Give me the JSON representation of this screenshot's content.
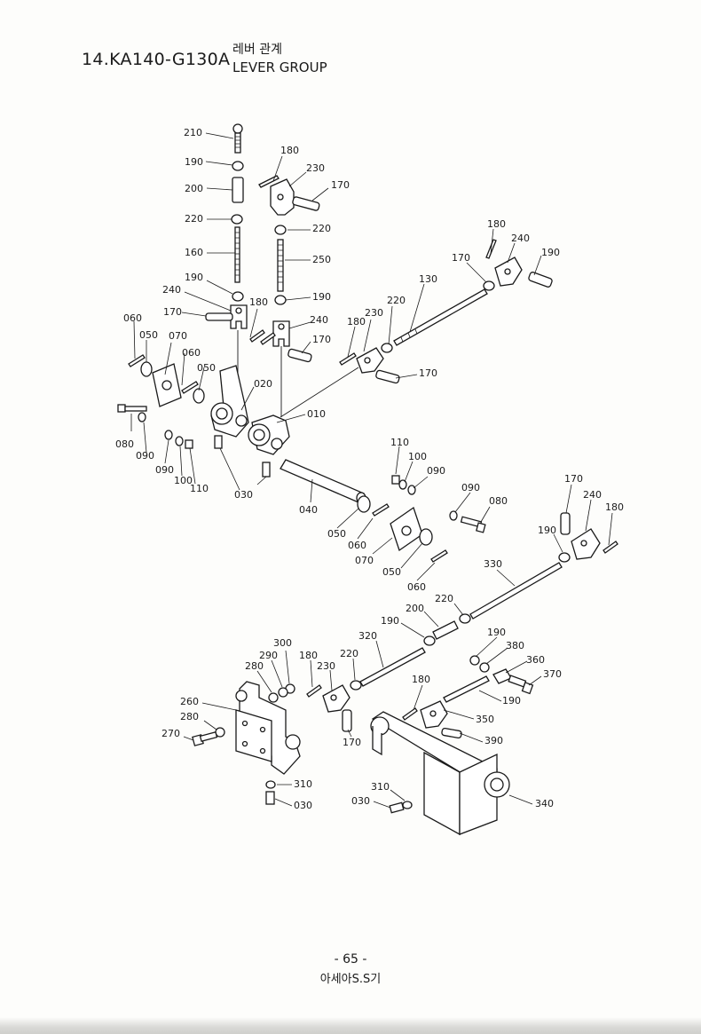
{
  "header": {
    "code": "14.KA140-G130A",
    "title_ko": "레버 관계",
    "title_en": "LEVER GROUP"
  },
  "diagram": {
    "labels": [
      {
        "id": "l210",
        "text": "210"
      },
      {
        "id": "l190a",
        "text": "190"
      },
      {
        "id": "l200a",
        "text": "200"
      },
      {
        "id": "l220a",
        "text": "220"
      },
      {
        "id": "l160",
        "text": "160"
      },
      {
        "id": "l190b",
        "text": "190"
      },
      {
        "id": "l240a",
        "text": "240"
      },
      {
        "id": "l170a",
        "text": "170"
      },
      {
        "id": "l060a",
        "text": "060"
      },
      {
        "id": "l050a",
        "text": "050"
      },
      {
        "id": "l070a",
        "text": "070"
      },
      {
        "id": "l060b",
        "text": "060"
      },
      {
        "id": "l050b",
        "text": "050"
      },
      {
        "id": "l080a",
        "text": "080"
      },
      {
        "id": "l090a",
        "text": "090"
      },
      {
        "id": "l090b",
        "text": "090"
      },
      {
        "id": "l100a",
        "text": "100"
      },
      {
        "id": "l110a",
        "text": "110"
      },
      {
        "id": "l030a",
        "text": "030"
      },
      {
        "id": "l020",
        "text": "020"
      },
      {
        "id": "l180a",
        "text": "180"
      },
      {
        "id": "l230a",
        "text": "230"
      },
      {
        "id": "l170b",
        "text": "170"
      },
      {
        "id": "l220b",
        "text": "220"
      },
      {
        "id": "l250",
        "text": "250"
      },
      {
        "id": "l190c",
        "text": "190"
      },
      {
        "id": "l240b",
        "text": "240"
      },
      {
        "id": "l170c",
        "text": "170"
      },
      {
        "id": "l180b",
        "text": "180"
      },
      {
        "id": "l010",
        "text": "010"
      },
      {
        "id": "l180c",
        "text": "180"
      },
      {
        "id": "l230b",
        "text": "230"
      },
      {
        "id": "l220c",
        "text": "220"
      },
      {
        "id": "l130",
        "text": "130"
      },
      {
        "id": "l170d",
        "text": "170"
      },
      {
        "id": "l180d",
        "text": "180"
      },
      {
        "id": "l240c",
        "text": "240"
      },
      {
        "id": "l190d",
        "text": "190"
      },
      {
        "id": "l170e",
        "text": "170"
      },
      {
        "id": "l110b",
        "text": "110"
      },
      {
        "id": "l100b",
        "text": "100"
      },
      {
        "id": "l090c",
        "text": "090"
      },
      {
        "id": "l090d",
        "text": "090"
      },
      {
        "id": "l080b",
        "text": "080"
      },
      {
        "id": "l040",
        "text": "040"
      },
      {
        "id": "l050c",
        "text": "050"
      },
      {
        "id": "l060c",
        "text": "060"
      },
      {
        "id": "l070b",
        "text": "070"
      },
      {
        "id": "l050d",
        "text": "050"
      },
      {
        "id": "l060d",
        "text": "060"
      },
      {
        "id": "l170f",
        "text": "170"
      },
      {
        "id": "l240d",
        "text": "240"
      },
      {
        "id": "l180e",
        "text": "180"
      },
      {
        "id": "l190e",
        "text": "190"
      },
      {
        "id": "l330",
        "text": "330"
      },
      {
        "id": "l220d",
        "text": "220"
      },
      {
        "id": "l200b",
        "text": "200"
      },
      {
        "id": "l190f",
        "text": "190"
      },
      {
        "id": "l320",
        "text": "320"
      },
      {
        "id": "l300",
        "text": "300"
      },
      {
        "id": "l290",
        "text": "290"
      },
      {
        "id": "l280a",
        "text": "280"
      },
      {
        "id": "l180f",
        "text": "180"
      },
      {
        "id": "l230c",
        "text": "230"
      },
      {
        "id": "l220e",
        "text": "220"
      },
      {
        "id": "l260",
        "text": "260"
      },
      {
        "id": "l280b",
        "text": "280"
      },
      {
        "id": "l270",
        "text": "270"
      },
      {
        "id": "l170g",
        "text": "170"
      },
      {
        "id": "l190g",
        "text": "190"
      },
      {
        "id": "l380",
        "text": "380"
      },
      {
        "id": "l360",
        "text": "360"
      },
      {
        "id": "l370",
        "text": "370"
      },
      {
        "id": "l190h",
        "text": "190"
      },
      {
        "id": "l180g",
        "text": "180"
      },
      {
        "id": "l350",
        "text": "350"
      },
      {
        "id": "l390",
        "text": "390"
      },
      {
        "id": "l310a",
        "text": "310"
      },
      {
        "id": "l030b",
        "text": "030"
      },
      {
        "id": "l310b",
        "text": "310"
      },
      {
        "id": "l030c",
        "text": "030"
      },
      {
        "id": "l340",
        "text": "340"
      }
    ]
  },
  "footer": {
    "page_number": "- 65 -",
    "publisher": "아세아S.S기"
  }
}
